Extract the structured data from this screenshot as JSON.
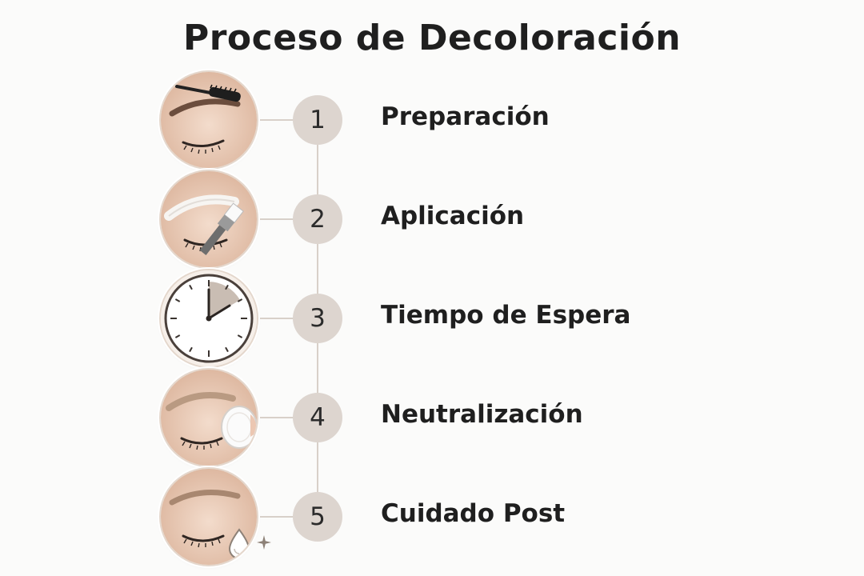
{
  "title": "Proceso de Decoloración",
  "steps": [
    {
      "number": "1",
      "label": "Preparación",
      "icon": "eyebrow-brush-icon"
    },
    {
      "number": "2",
      "label": "Aplicación",
      "icon": "bleach-brush-icon"
    },
    {
      "number": "3",
      "label": "Tiempo de Espera",
      "icon": "clock-icon"
    },
    {
      "number": "4",
      "label": "Neutralización",
      "icon": "cotton-pad-icon"
    },
    {
      "number": "5",
      "label": "Cuidado Post",
      "icon": "drop-sparkle-icon"
    }
  ],
  "colors": {
    "skin": "#edd3c1",
    "connector": "#d8d0c9",
    "number_circle": "#ddd5cf",
    "text": "#1f1f1f"
  }
}
